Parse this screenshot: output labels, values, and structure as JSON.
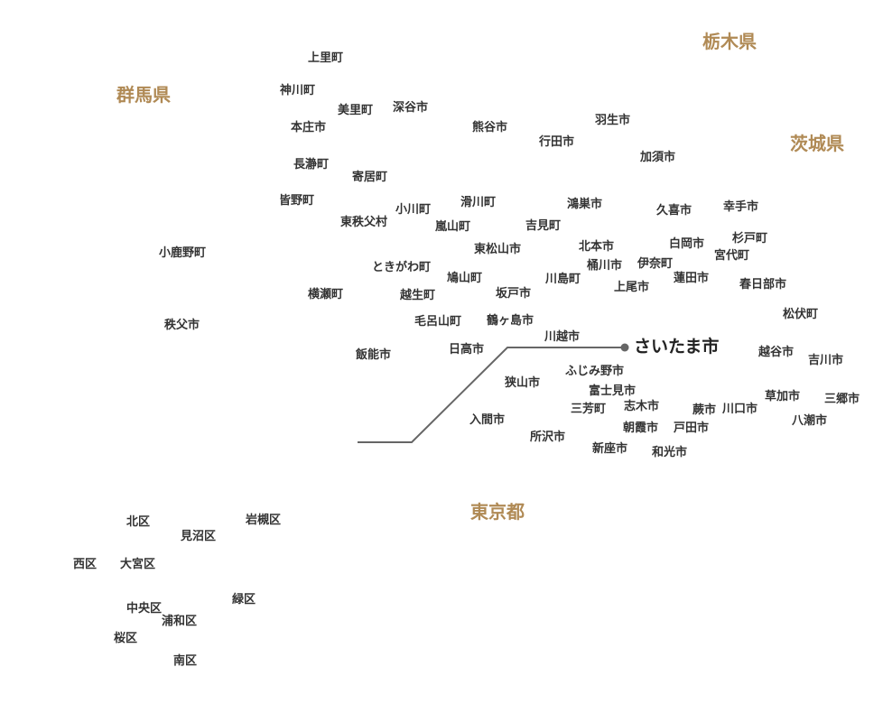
{
  "colors": {
    "prefecture": "#b08a55",
    "municipality": "#333333",
    "leader_line": "#666666"
  },
  "prefectures": {
    "tochigi": "栃木県",
    "gunma": "群馬県",
    "ibaraki": "茨城県",
    "tokyo": "東京都"
  },
  "main_city": "さいたま市",
  "municipalities": {
    "kamisato": "上里町",
    "kamikawa": "神川町",
    "misato": "美里町",
    "fukaya": "深谷市",
    "honjo": "本庄市",
    "kumagaya": "熊谷市",
    "hanyu": "羽生市",
    "gyoda": "行田市",
    "kazo": "加須市",
    "nagatoro": "長瀞町",
    "yorii": "寄居町",
    "minano": "皆野町",
    "ogawa": "小川町",
    "namegawa": "滑川町",
    "konosu": "鴻巣市",
    "kuki": "久喜市",
    "satte": "幸手市",
    "higashichichibu": "東秩父村",
    "ranzan": "嵐山町",
    "yoshimi": "吉見町",
    "sugito": "杉戸町",
    "kanomachi": "小鹿野町",
    "higashimatsuyama": "東松山市",
    "kitamoto": "北本市",
    "shiraoka": "白岡市",
    "miyashiro": "宮代町",
    "tokigawa": "ときがわ町",
    "okegawa": "桶川市",
    "ina": "伊奈町",
    "hatoyama": "鳩山町",
    "kawajima": "川島町",
    "hasuda": "蓮田市",
    "yokoze": "横瀬町",
    "ogose": "越生町",
    "sakado": "坂戸市",
    "ageo": "上尾市",
    "kasukabe": "春日部市",
    "matsubushi": "松伏町",
    "chichibu": "秩父市",
    "moroyama": "毛呂山町",
    "tsurugashima": "鶴ヶ島市",
    "kawagoe": "川越市",
    "hanno": "飯能市",
    "hidaka": "日高市",
    "koshigaya": "越谷市",
    "yoshikawa": "吉川市",
    "fujimino": "ふじみ野市",
    "sayama": "狭山市",
    "fujimi": "富士見市",
    "soka": "草加市",
    "misato_city": "三郷市",
    "miyoshi": "三芳町",
    "shiki": "志木市",
    "warabi": "蕨市",
    "kawaguchi": "川口市",
    "iruma": "入間市",
    "yashio": "八潮市",
    "asaka": "朝霞市",
    "toda": "戸田市",
    "tokorozawa": "所沢市",
    "niiza": "新座市",
    "wako": "和光市"
  },
  "wards": {
    "kita": "北区",
    "iwatsuki": "岩槻区",
    "minuma": "見沼区",
    "nishi": "西区",
    "omiya": "大宮区",
    "midori": "緑区",
    "chuo": "中央区",
    "urawa": "浦和区",
    "sakura": "桜区",
    "minami": "南区"
  }
}
